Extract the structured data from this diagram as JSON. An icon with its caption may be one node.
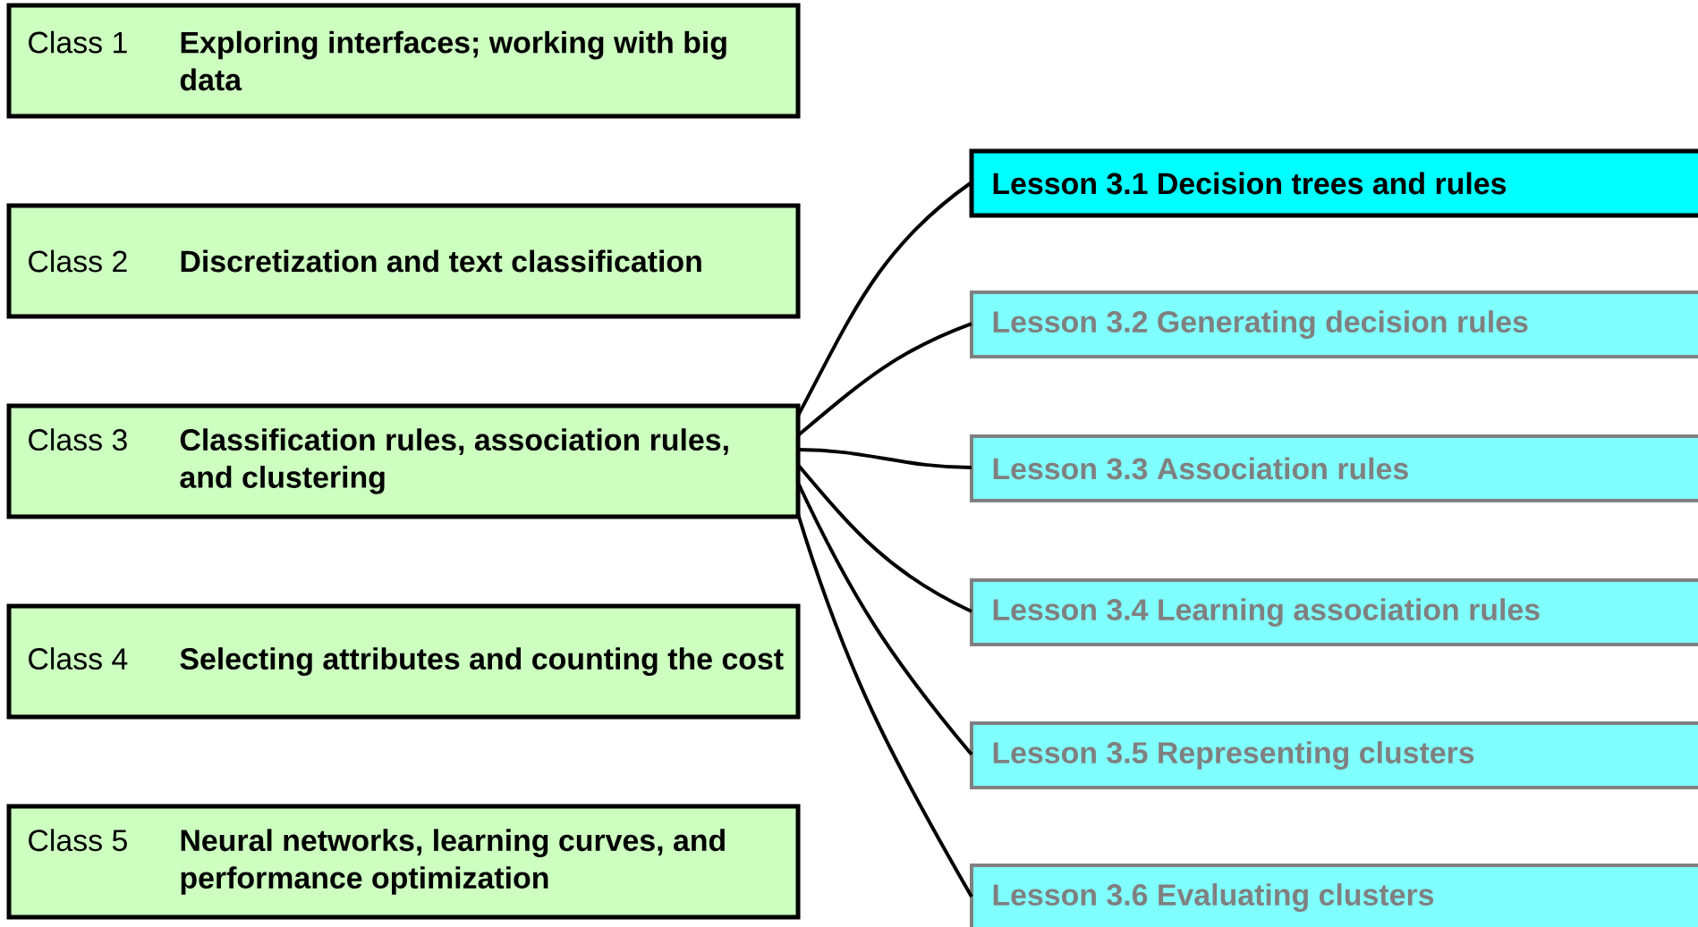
{
  "diagram": {
    "nodes": [
      {
        "text": [
          "Class 1",
          "Exploring interfaces; working with big data"
        ]
      },
      {
        "text": [
          "Class 2",
          "Discretization and text classification"
        ]
      },
      {
        "text": [
          "Class 3",
          "Classification rules, association rules, and clustering"
        ]
      },
      {
        "text": [
          "Class 4",
          "Selecting attributes and counting the cost"
        ]
      },
      {
        "text": [
          "Class 5",
          "Neural networks, learning curves, and performance optimization"
        ]
      },
      {
        "text": [
          "Lesson 3.1 Decision trees and rules"
        ]
      },
      {
        "text": [
          "Lesson 3.2 Generating decision rules"
        ]
      },
      {
        "text": [
          "Lesson 3.3 Association rules"
        ]
      },
      {
        "text": [
          "Lesson 3.4 Learning association rules"
        ]
      },
      {
        "text": [
          "Lesson 3.5 Representing clusters"
        ]
      },
      {
        "text": [
          "Lesson 3.6 Evaluating clusters"
        ]
      }
    ],
    "edges": [
      {
        "from": 2,
        "to": 5,
        "arrow": "none"
      },
      {
        "from": 2,
        "to": 6,
        "arrow": "none"
      },
      {
        "from": 2,
        "to": 7,
        "arrow": "none"
      },
      {
        "from": 2,
        "to": 8,
        "arrow": "none"
      },
      {
        "from": 2,
        "to": 9,
        "arrow": "none"
      },
      {
        "from": 2,
        "to": 10,
        "arrow": "none"
      }
    ]
  }
}
